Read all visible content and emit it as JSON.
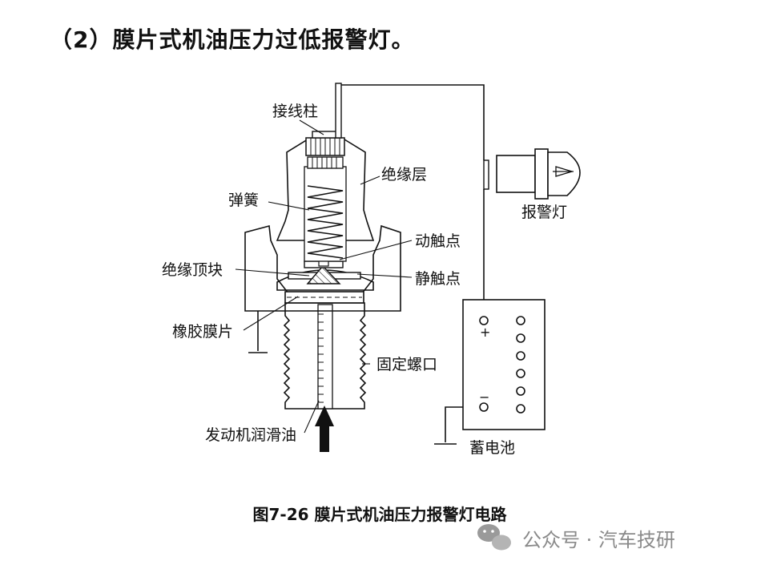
{
  "heading": "（2）膜片式机油压力过低报警灯。",
  "labels": {
    "terminal": "接线柱",
    "insulation": "绝缘层",
    "spring": "弹簧",
    "moving_contact": "动触点",
    "insulating_block": "绝缘顶块",
    "static_contact": "静触点",
    "rubber_diaphragm": "橡胶膜片",
    "fixing_thread": "固定螺口",
    "engine_oil": "发动机润滑油",
    "warning_lamp": "报警灯",
    "battery": "蓄电池",
    "plus": "+",
    "minus": "−"
  },
  "caption": "图7-26  膜片式机油压力报警灯电路",
  "watermark": "公众号 · 汽车技研"
}
